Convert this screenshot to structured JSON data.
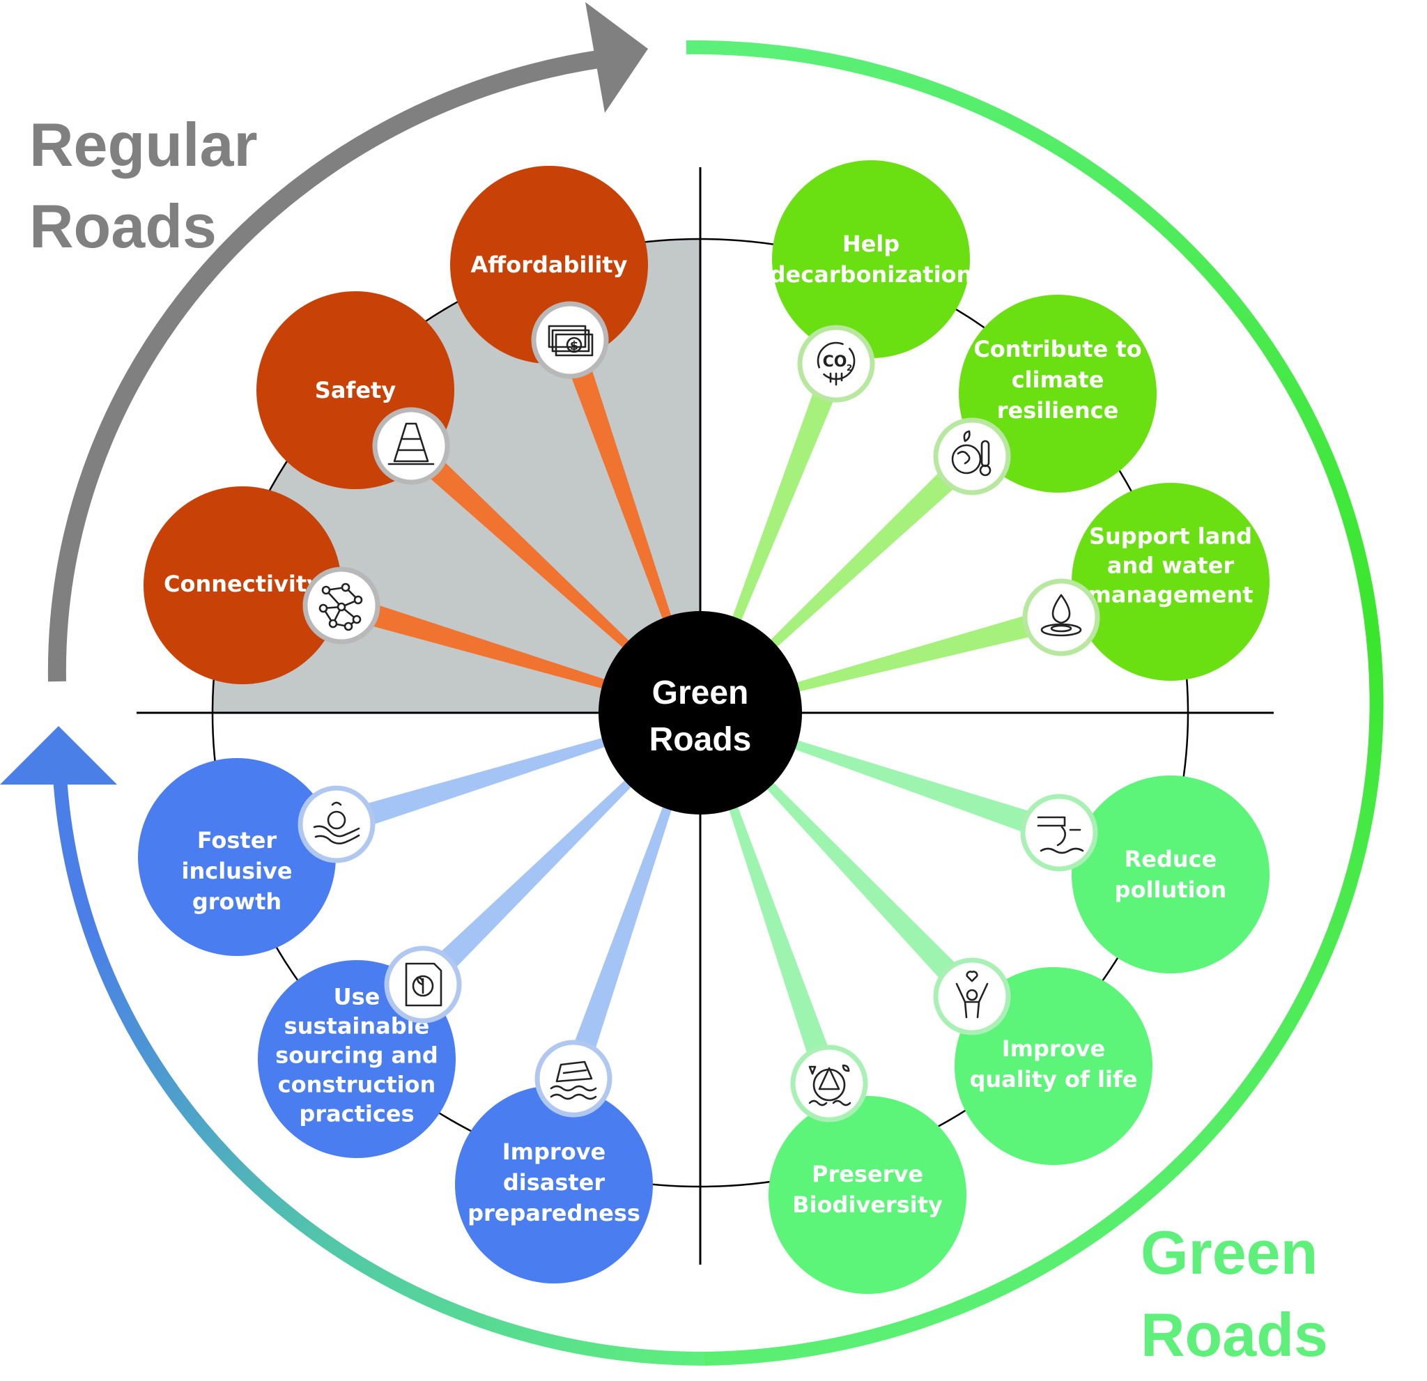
{
  "titles": {
    "regular_line1": "Regular",
    "regular_line2": "Roads",
    "green_line1": "Green",
    "green_line2": "Roads"
  },
  "center": {
    "line1": "Green",
    "line2": "Roads"
  },
  "colors": {
    "regular_arrow": "#808080",
    "blue_arrow": "#4a7fe8",
    "green_arrow": "#4cf03c",
    "orange_node": "#c84106",
    "orange_spoke": "#f07430",
    "green_node_dark": "#6ae013",
    "green_node_light": "#5cf57a",
    "blue_node": "#4a7ef0",
    "green_title": "#5ef07a",
    "regular_title": "#808080",
    "shaded_quadrant": "#c3c8c9",
    "center_fill": "#000000"
  },
  "nodes": [
    {
      "id": "affordability",
      "group": "regular",
      "lines": [
        "Affordability"
      ],
      "icon": "money-icon"
    },
    {
      "id": "safety",
      "group": "regular",
      "lines": [
        "Safety"
      ],
      "icon": "traffic-cone-icon"
    },
    {
      "id": "connectivity",
      "group": "regular",
      "lines": [
        "Connectivity"
      ],
      "icon": "network-icon"
    },
    {
      "id": "decarbonization",
      "group": "green_dark",
      "lines": [
        "Help",
        "decarbonization"
      ],
      "icon": "co2-icon"
    },
    {
      "id": "climate",
      "group": "green_dark",
      "lines": [
        "Contribute to",
        "climate",
        "resilience"
      ],
      "icon": "climate-thermometer-icon"
    },
    {
      "id": "land_water",
      "group": "green_dark",
      "lines": [
        "Support land",
        "and water",
        "management"
      ],
      "icon": "water-drop-icon"
    },
    {
      "id": "pollution",
      "group": "green_light",
      "lines": [
        "Reduce",
        "pollution"
      ],
      "icon": "pollution-pipe-icon"
    },
    {
      "id": "quality",
      "group": "green_light",
      "lines": [
        "Improve",
        "quality of life"
      ],
      "icon": "person-heart-icon"
    },
    {
      "id": "biodiversity",
      "group": "green_light",
      "lines": [
        "Preserve",
        "Biodiversity"
      ],
      "icon": "biodiversity-icon"
    },
    {
      "id": "disaster",
      "group": "blue",
      "lines": [
        "Improve",
        "disaster",
        "preparedness"
      ],
      "icon": "flooded-car-icon"
    },
    {
      "id": "sourcing",
      "group": "blue",
      "lines": [
        "Use",
        "sustainable",
        "sourcing and",
        "construction",
        "practices"
      ],
      "icon": "sustainable-document-icon"
    },
    {
      "id": "inclusive",
      "group": "blue",
      "lines": [
        "Foster",
        "inclusive",
        "growth"
      ],
      "icon": "hands-together-icon"
    }
  ]
}
